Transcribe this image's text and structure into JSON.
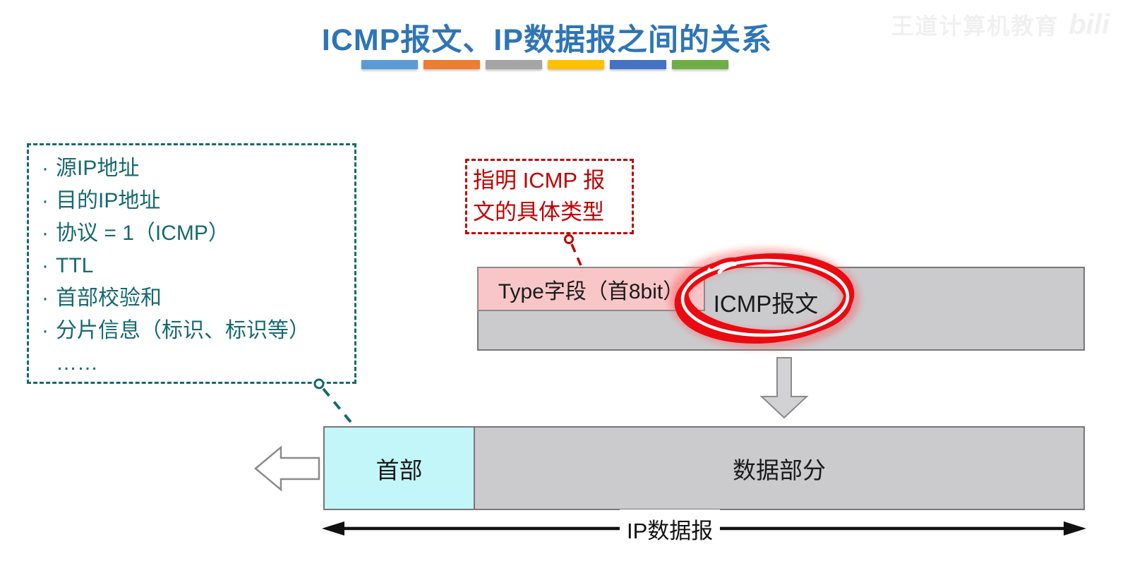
{
  "slide": {
    "title": "ICMP报文、IP数据报之间的关系",
    "title_color": "#2E75B6",
    "divider_bar_colors": [
      "#5B9BD5",
      "#ED7D31",
      "#A5A5A5",
      "#FFC000",
      "#4472C4",
      "#70AD47"
    ]
  },
  "watermark": {
    "text": "王道计算机教育",
    "logo_text": "bili"
  },
  "header_fields_box": {
    "bullet": "·",
    "accent_color": "#166970",
    "items": [
      "源IP地址",
      "目的IP地址",
      "协议 = 1（ICMP）",
      "TTL",
      "首部校验和",
      "分片信息（标识、标识等）",
      "……"
    ]
  },
  "type_annotation": {
    "line1": "指明 ICMP 报",
    "line2": "文的具体类型",
    "accent_color": "#C00000"
  },
  "icmp_message_bar": {
    "type_field_label": "Type字段（首8bit）",
    "message_label": "ICMP报文",
    "type_field_fill": "#F9C6C7",
    "bar_fill": "#CBCBCE",
    "highlight_circle_color": "#EA0B12"
  },
  "ip_datagram_bar": {
    "header_label": "首部",
    "data_label": "数据部分",
    "header_fill": "#C2F6F8",
    "data_fill": "#CBCBCE"
  },
  "span_arrow": {
    "label": "IP数据报"
  }
}
